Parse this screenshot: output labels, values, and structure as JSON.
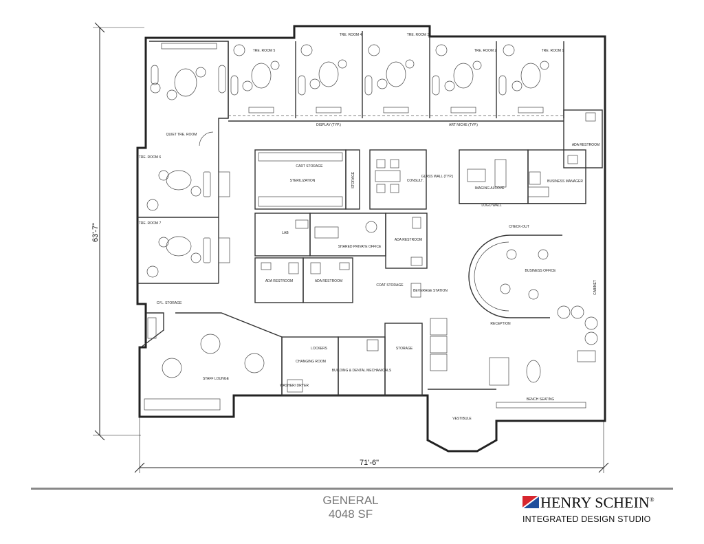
{
  "dimensions": {
    "height": "63'-7\"",
    "width": "71'-6\""
  },
  "rooms": {
    "tre5": "TRE. ROOM 5",
    "tre4": "TRE. ROOM 4",
    "tre3": "TRE. ROOM 3",
    "tre2": "TRE. ROOM 2",
    "tre1": "TRE. ROOM 1",
    "quiet": "QUIET TRE. ROOM",
    "tre6": "TRE. ROOM 6",
    "tre7": "TRE. ROOM 7",
    "display": "DISPLAY (TYP.)",
    "artniche": "ART NICHE (TYP.)",
    "adaTop": "ADA RESTROOM",
    "cartStorage": "CART STORAGE",
    "sterilization": "STERILIZATION",
    "storageV": "STORAGE",
    "consult": "CONSULT.",
    "glassWall": "GLASS WALL (TYP.)",
    "imaging": "IMAGING ALCOVE",
    "bizManager": "BUSINESS MANAGER",
    "logoWall": "LOGO WALL",
    "lab": "LAB",
    "sharedOffice": "SHARED PRIVATE OFFICE",
    "adaMid": "ADA RESTROOM",
    "checkout": "CHECK-OUT",
    "bizOffice": "BUSINESS OFFICE",
    "adaL": "ADA RESTROOM",
    "adaR": "ADA RESTROOM",
    "coatStorage": "COAT STORAGE",
    "beverage": "BEVERAGE STATION",
    "cabinet": "CABINET",
    "reception": "RECEPTION",
    "cyl": "CYL. STORAGE",
    "lockers": "LOCKERS",
    "changing": "CHANGING ROOM",
    "washer": "WASHER/ DRYER",
    "mech": "BUILDING & DENTAL MECHANICALS",
    "storage": "STORAGE",
    "lounge": "STAFF LOUNGE",
    "bench": "BENCH SEATING",
    "vestibule": "VESTIBULE"
  },
  "title": {
    "line1": "GENERAL",
    "line2": "4048 SF"
  },
  "brand": {
    "name": "HENRY SCHEIN",
    "mark": "®",
    "studio": "INTEGRATED DESIGN STUDIO",
    "flag_red": "#d7262e",
    "flag_blue": "#1f4e9c"
  }
}
